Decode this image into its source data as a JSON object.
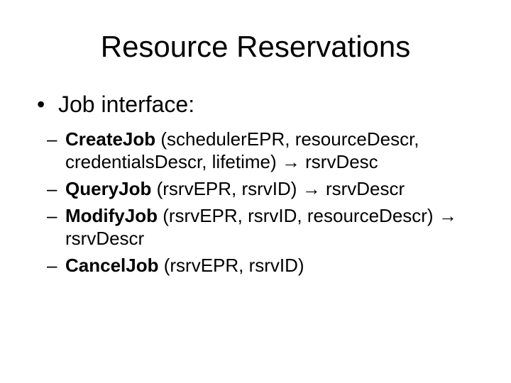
{
  "slide": {
    "title": "Resource Reservations",
    "section": {
      "bullet_glyph": "•",
      "label": "Job interface:"
    },
    "glyphs": {
      "dash": "–"
    },
    "methods": [
      {
        "name": "CreateJob",
        "args": "(schedulerEPR, resourceDescr, credentialsDescr, lifetime)",
        "arrow": "→",
        "result": "rsrvDesc"
      },
      {
        "name": "QueryJob",
        "args": "(rsrvEPR, rsrvID)",
        "arrow": "→",
        "result": "rsrvDescr"
      },
      {
        "name": "ModifyJob",
        "args": "(rsrvEPR, rsrvID, resourceDescr)",
        "arrow": "→",
        "result": "rsrvDescr"
      },
      {
        "name": "CancelJob",
        "args": "(rsrvEPR, rsrvID)"
      }
    ]
  }
}
